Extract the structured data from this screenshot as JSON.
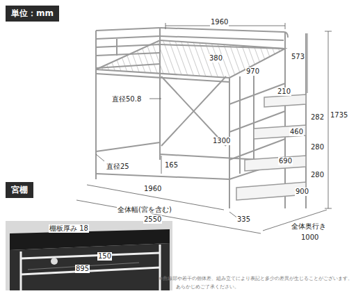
{
  "diagram": {
    "nodes": [
      {
        "text": [
          "単位：mm"
        ]
      },
      {
        "text": [
          "宮棚"
        ]
      }
    ],
    "labels": [
      "1960",
      "380",
      "970",
      "573",
      "210",
      "282",
      "460",
      "280",
      "690",
      "280",
      "900",
      "1735",
      "直径50.8",
      "1300",
      "165",
      "直径25",
      "1960",
      "全体幅(宮を含む)",
      "2550",
      "335",
      "全体奥行き",
      "1000",
      "棚板厚み 18",
      "150",
      "895",
      "※曲線部や若干の個体差、組み立てにより表記と多少の差異が生じることがございます。",
      "あらかじめご了承ください。"
    ]
  }
}
